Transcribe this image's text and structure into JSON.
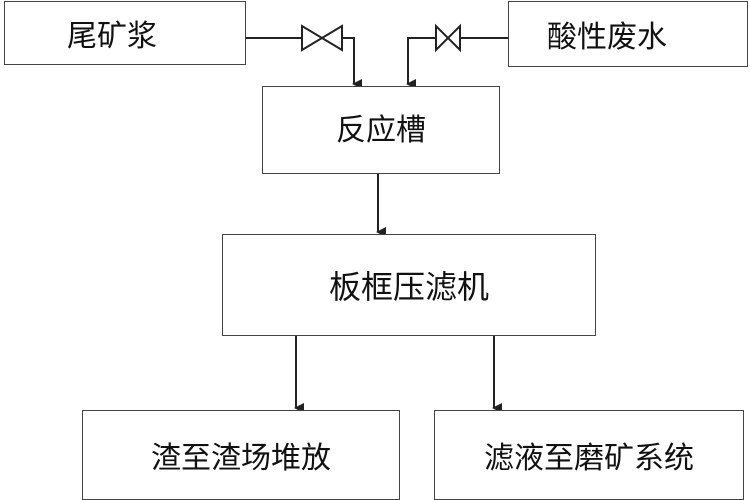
{
  "nodes": {
    "tailings_slurry": "尾矿浆",
    "acid_wastewater": "酸性废水",
    "reaction_tank": "反应槽",
    "filter_press": "板框压滤机",
    "slag_output": "渣至渣场堆放",
    "filtrate_output": "滤液至磨矿系统"
  },
  "colors": {
    "line": "#222222",
    "border": "#444444"
  }
}
